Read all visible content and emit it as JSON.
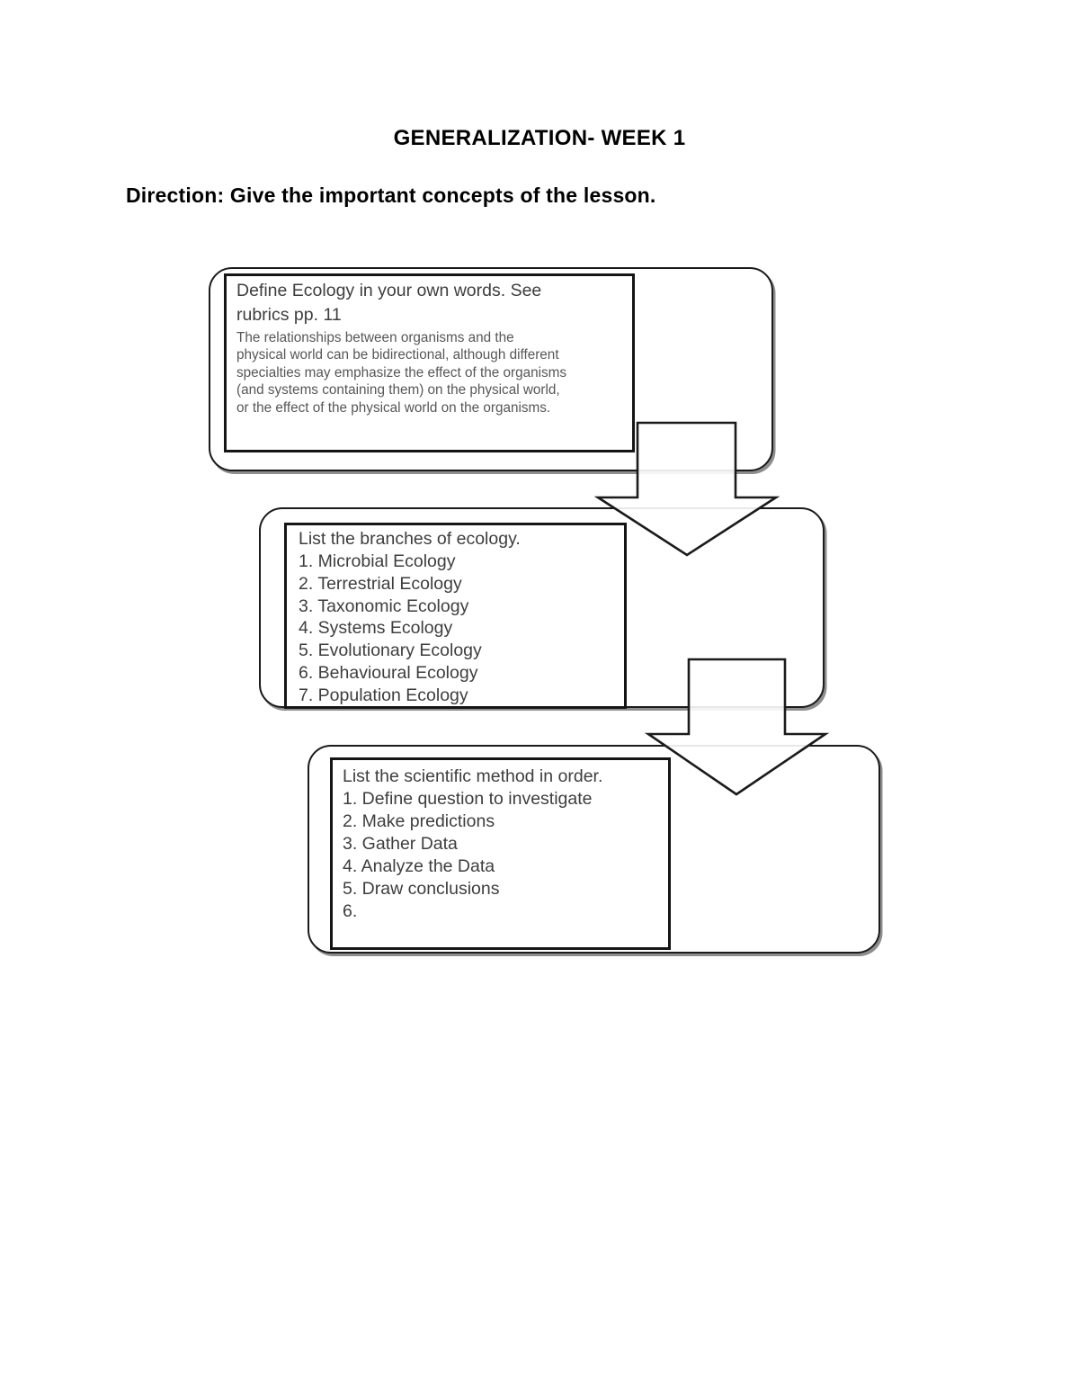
{
  "page": {
    "title": "GENERALIZATION- WEEK 1",
    "direction": "Direction: Give the important concepts of the lesson."
  },
  "flow": {
    "boxes": [
      {
        "heading_lines": [
          "Define Ecology in your own words. See",
          "rubrics pp. 11"
        ],
        "body_lines": [
          "The relationships between organisms and the",
          "physical world can be bidirectional, although different",
          "specialties may emphasize the effect of the organisms",
          "(and systems containing them) on the physical world,",
          "or the effect of the physical world on the organisms."
        ]
      },
      {
        "heading": "List the branches of ecology.",
        "items": [
          "1. Microbial Ecology",
          "2. Terrestrial Ecology",
          "3. Taxonomic Ecology",
          "4. Systems Ecology",
          "5. Evolutionary Ecology",
          "6. Behavioural Ecology",
          "7. Population Ecology"
        ]
      },
      {
        "heading": "List the scientific method in order.",
        "items": [
          "1. Define question to investigate",
          "2. Make predictions",
          "3. Gather Data",
          "4. Analyze the Data",
          "5. Draw conclusions",
          "6."
        ]
      }
    ],
    "connectors": [
      {
        "icon": "down-block-arrow"
      },
      {
        "icon": "down-block-arrow"
      }
    ]
  },
  "appearance": {
    "background_color": "#ffffff",
    "outline_color": "#1b1b1b",
    "heading_text_color": "#3e3e3e",
    "body_text_color": "#575757",
    "title_text_color": "#000000"
  }
}
